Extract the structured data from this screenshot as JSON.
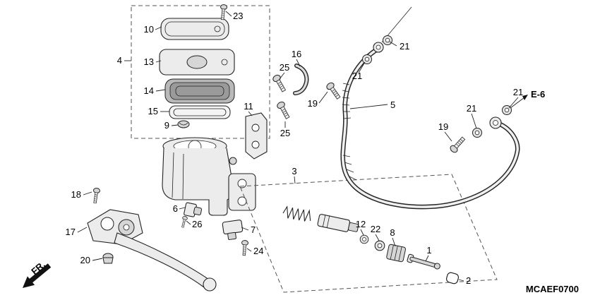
{
  "diagram": {
    "code": "MCAEF0700",
    "frame_ref": "E-6",
    "front_marker": "FR."
  },
  "callouts": {
    "c1": "1",
    "c2": "2",
    "c3": "3",
    "c4": "4",
    "c5": "5",
    "c6": "6",
    "c7": "7",
    "c8": "8",
    "c9": "9",
    "c10": "10",
    "c11": "11",
    "c12": "12",
    "c13": "13",
    "c14": "14",
    "c15": "15",
    "c16": "16",
    "c17": "17",
    "c18": "18",
    "c19a": "19",
    "c19b": "19",
    "c20": "20",
    "c21a": "21",
    "c21b": "21",
    "c21c": "21",
    "c21d": "21",
    "c22": "22",
    "c23": "23",
    "c24": "24",
    "c25a": "25",
    "c25b": "25",
    "c26": "26"
  }
}
